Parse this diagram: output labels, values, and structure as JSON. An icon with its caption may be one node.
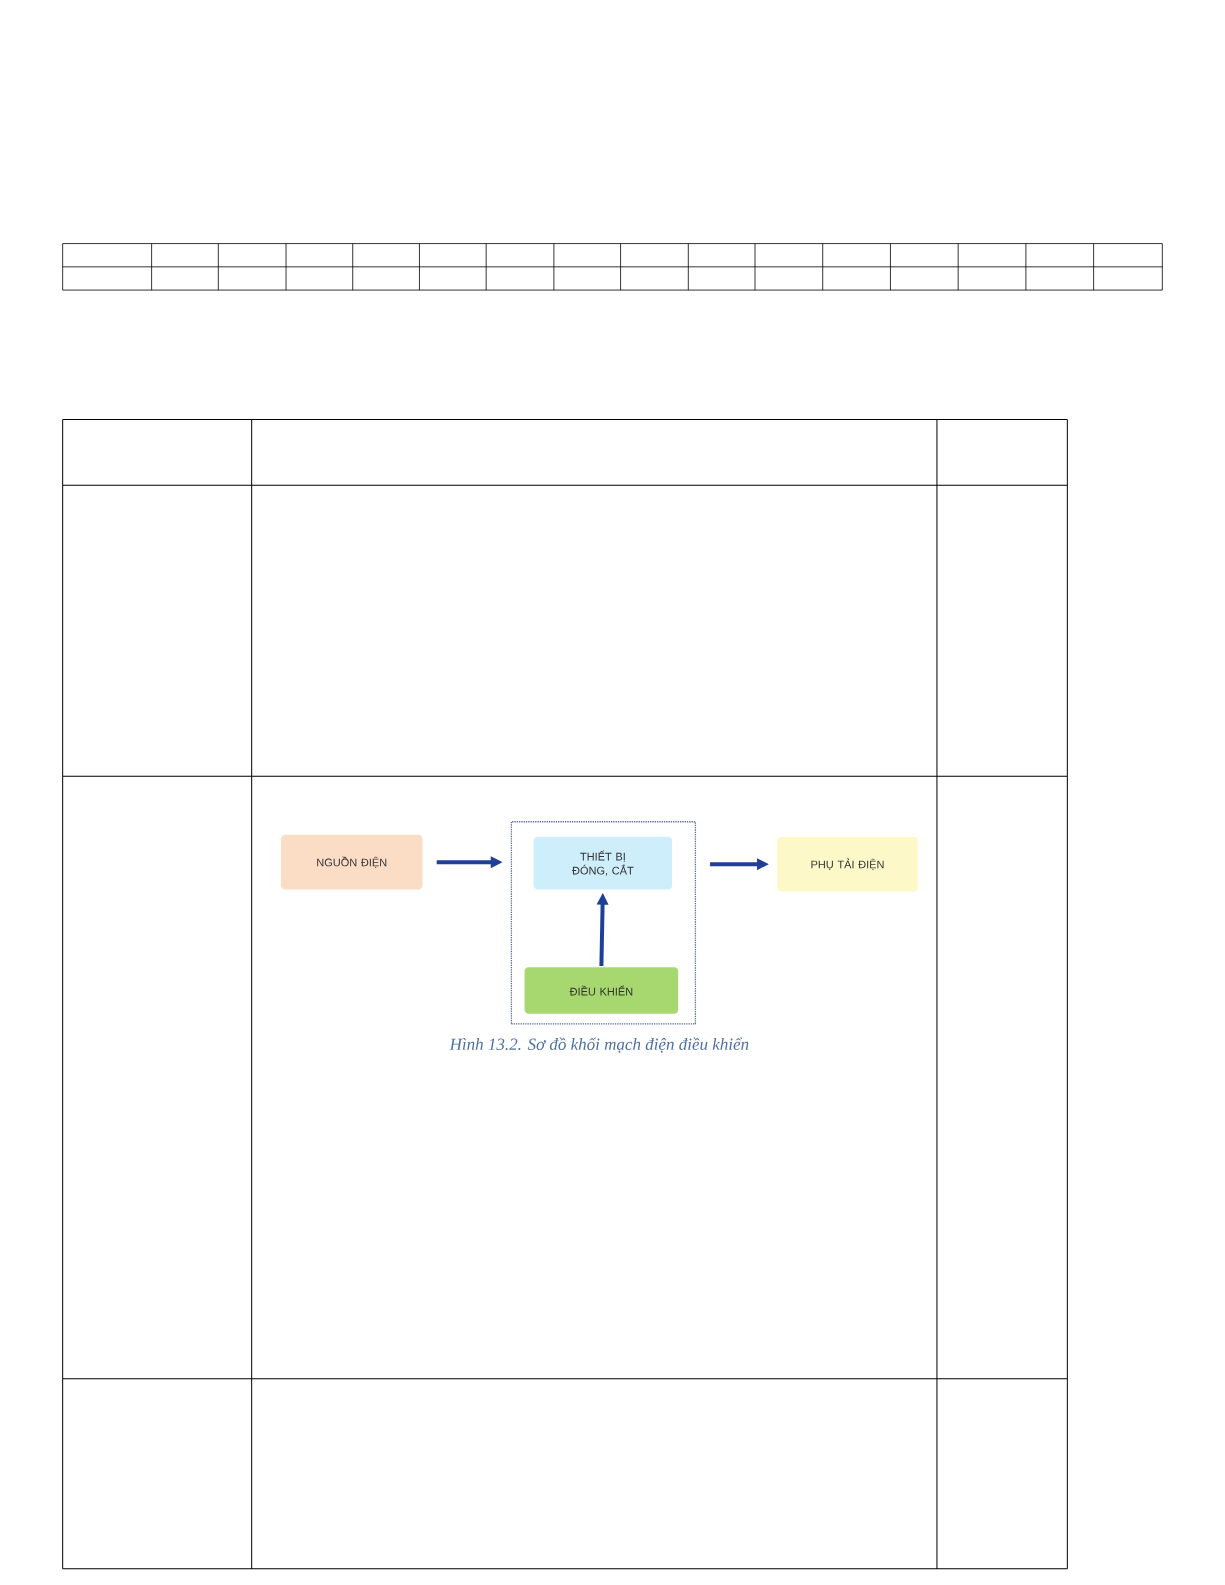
{
  "diagram": {
    "caption": "Hình 13.2. Sơ đồ khối mạch điện điều khiển",
    "nodes": [
      {
        "text": [
          "NGUỒN ĐIỆN"
        ]
      },
      {
        "text": [],
        "shape": "box"
      },
      {
        "text": [
          "THIẾT BỊ ĐÓNG, CẮT"
        ],
        "in": 1
      },
      {
        "text": [
          "ĐIỀU KHIỂN"
        ],
        "in": 1
      },
      {
        "text": [
          "PHỤ TẢI ĐIỆN"
        ]
      }
    ],
    "edges": [
      {
        "from": 0,
        "to": 1,
        "arrow": "to"
      },
      {
        "from": 1,
        "to": 4,
        "arrow": "to"
      },
      {
        "from": 3,
        "to": 2,
        "arrow": "to"
      }
    ]
  }
}
